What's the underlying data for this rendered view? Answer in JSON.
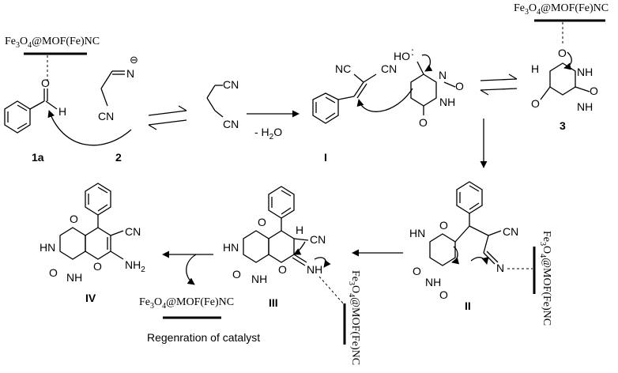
{
  "compound_labels": {
    "c1a": "1a",
    "c2": "2",
    "c3": "3",
    "cI": "I",
    "cII": "II",
    "cIII": "III",
    "cIV": "IV"
  },
  "catalyst": {
    "part1": "Fe",
    "sub1": "3",
    "part2": "O",
    "sub2": "4",
    "part3": "@MOF(Fe)NC"
  },
  "arrow_label": "- H",
  "arrow_label_sub": "2",
  "arrow_label_end": "O",
  "caption": "Regenration of catalyst",
  "atoms": {
    "O": "O",
    "H": "H",
    "N": "N",
    "CN": "CN",
    "NC": "NC",
    "HN": "HN",
    "NH": "NH",
    "HO": "HO",
    "NH2_main": "NH",
    "NH2_sub": "2",
    "minus": "⊖"
  }
}
